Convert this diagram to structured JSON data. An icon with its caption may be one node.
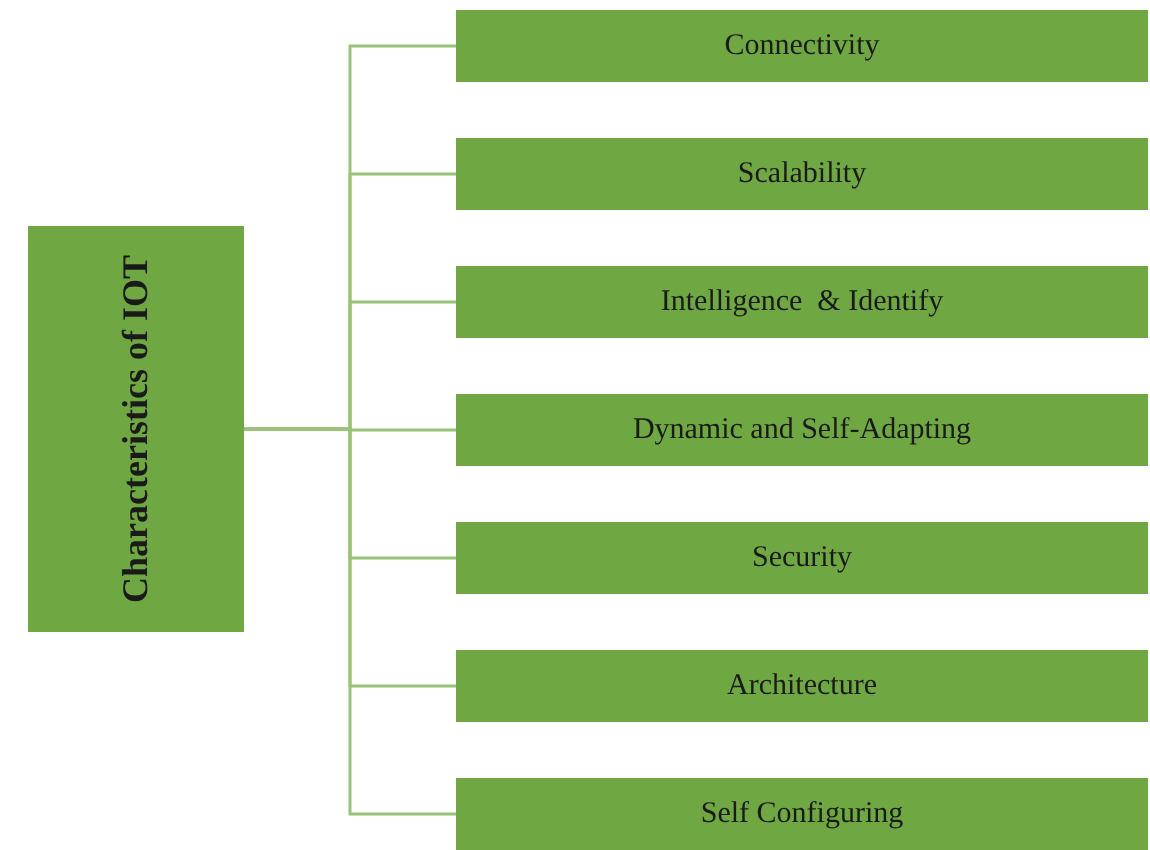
{
  "diagram": {
    "nodes": [
      {
        "text": [
          "Characteristics of IOT"
        ]
      },
      {
        "text": [
          "Connectivity"
        ]
      },
      {
        "text": [
          "Scalability"
        ]
      },
      {
        "text": [
          "Intelligence  & Identify"
        ]
      },
      {
        "text": [
          "Dynamic and Self-Adapting"
        ]
      },
      {
        "text": [
          "Security"
        ]
      },
      {
        "text": [
          "Architecture"
        ]
      },
      {
        "text": [
          "Self Configuring"
        ]
      }
    ],
    "edges": [
      {
        "from": 0,
        "to": 1,
        "arrow": "none"
      },
      {
        "from": 0,
        "to": 2,
        "arrow": "none"
      },
      {
        "from": 0,
        "to": 3,
        "arrow": "none"
      },
      {
        "from": 0,
        "to": 4,
        "arrow": "none"
      },
      {
        "from": 0,
        "to": 5,
        "arrow": "none"
      },
      {
        "from": 0,
        "to": 6,
        "arrow": "none"
      },
      {
        "from": 0,
        "to": 7,
        "arrow": "none"
      }
    ]
  }
}
